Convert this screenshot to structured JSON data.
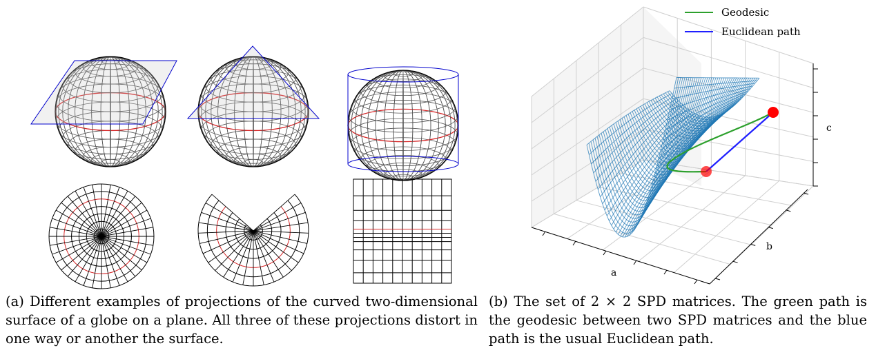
{
  "captions": {
    "a": "(a) Different examples of projections of the curved two-dimensional surface of a globe on a plane. All three of these projections distort in one way or another the surface.",
    "b": "(b) The set of 2 × 2 SPD matrices. The green path is the geodesic between two SPD matrices and the blue path is the usual Euclidean path."
  },
  "plot3d": {
    "legend": [
      {
        "label": "Geodesic",
        "color": "#2ca02c"
      },
      {
        "label": "Euclidean path",
        "color": "#1f1fff"
      }
    ],
    "axes": {
      "x": "a",
      "y": "b",
      "z": "c"
    },
    "surface_color": "#1f77b4",
    "point_color": "#ff0000"
  },
  "projections": {
    "line_color": "#000000",
    "equator_color": "#d62728",
    "plane_color": "#0000cc",
    "types": [
      "azimuthal",
      "conic",
      "cylindrical"
    ]
  }
}
